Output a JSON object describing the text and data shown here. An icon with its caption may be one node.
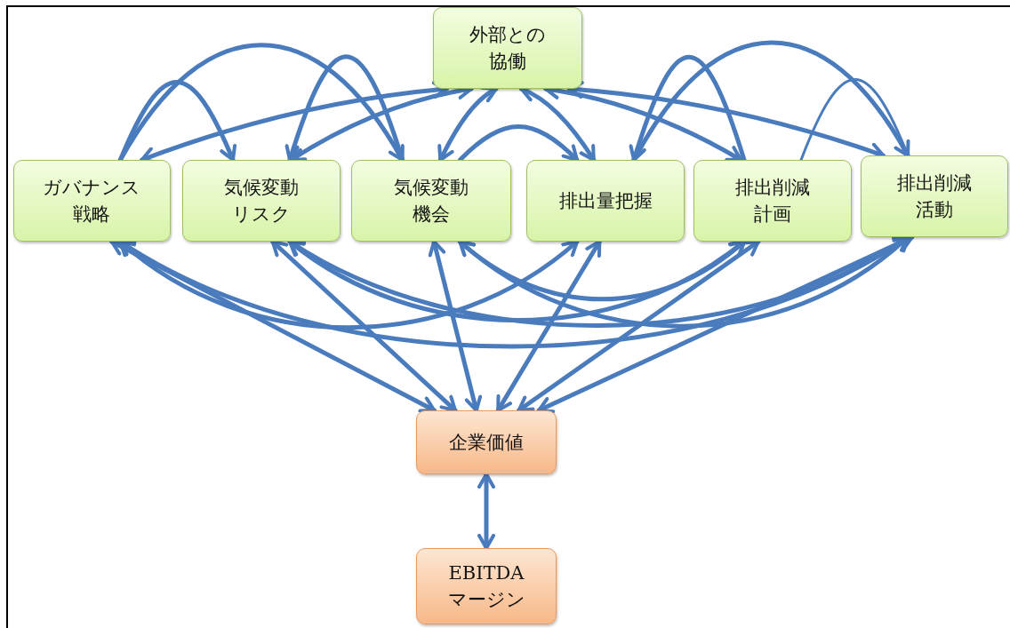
{
  "diagram": {
    "nodes": [
      {
        "text": [
          "外部との協働"
        ]
      },
      {
        "text": [
          "ガバナンス戦略"
        ]
      },
      {
        "text": [
          "気候変動リスク"
        ]
      },
      {
        "text": [
          "気候変動機会"
        ]
      },
      {
        "text": [
          "排出量把握"
        ]
      },
      {
        "text": [
          "排出削減計画"
        ]
      },
      {
        "text": [
          "排出削減活動"
        ]
      },
      {
        "text": [
          "企業価値"
        ]
      },
      {
        "text": [
          "EBITDA マージン"
        ]
      }
    ],
    "edges": [
      {
        "from": 1,
        "to": 0,
        "arrow": "both"
      },
      {
        "from": 2,
        "to": 0,
        "arrow": "both"
      },
      {
        "from": 3,
        "to": 0,
        "arrow": "both"
      },
      {
        "from": 4,
        "to": 0,
        "arrow": "both"
      },
      {
        "from": 5,
        "to": 0,
        "arrow": "both"
      },
      {
        "from": 6,
        "to": 0,
        "arrow": "both"
      },
      {
        "from": 1,
        "to": 2,
        "arrow": "to"
      },
      {
        "from": 1,
        "to": 3,
        "arrow": "to"
      },
      {
        "from": 3,
        "to": 2,
        "arrow": "to"
      },
      {
        "from": 3,
        "to": 4,
        "arrow": "to"
      },
      {
        "from": 4,
        "to": 6,
        "arrow": "to"
      },
      {
        "from": 5,
        "to": 4,
        "arrow": "to"
      },
      {
        "from": 5,
        "to": 6,
        "arrow": "none"
      },
      {
        "from": 1,
        "to": 7,
        "arrow": "both"
      },
      {
        "from": 2,
        "to": 7,
        "arrow": "both"
      },
      {
        "from": 3,
        "to": 7,
        "arrow": "both"
      },
      {
        "from": 4,
        "to": 7,
        "arrow": "both"
      },
      {
        "from": 5,
        "to": 7,
        "arrow": "both"
      },
      {
        "from": 6,
        "to": 7,
        "arrow": "both"
      },
      {
        "from": 1,
        "to": 6,
        "arrow": "both"
      },
      {
        "from": 1,
        "to": 4,
        "arrow": "both"
      },
      {
        "from": 2,
        "to": 6,
        "arrow": "both"
      },
      {
        "from": 2,
        "to": 5,
        "arrow": "both"
      },
      {
        "from": 3,
        "to": 6,
        "arrow": "both"
      },
      {
        "from": 3,
        "to": 5,
        "arrow": "both"
      },
      {
        "from": 7,
        "to": 8,
        "arrow": "both"
      }
    ]
  }
}
